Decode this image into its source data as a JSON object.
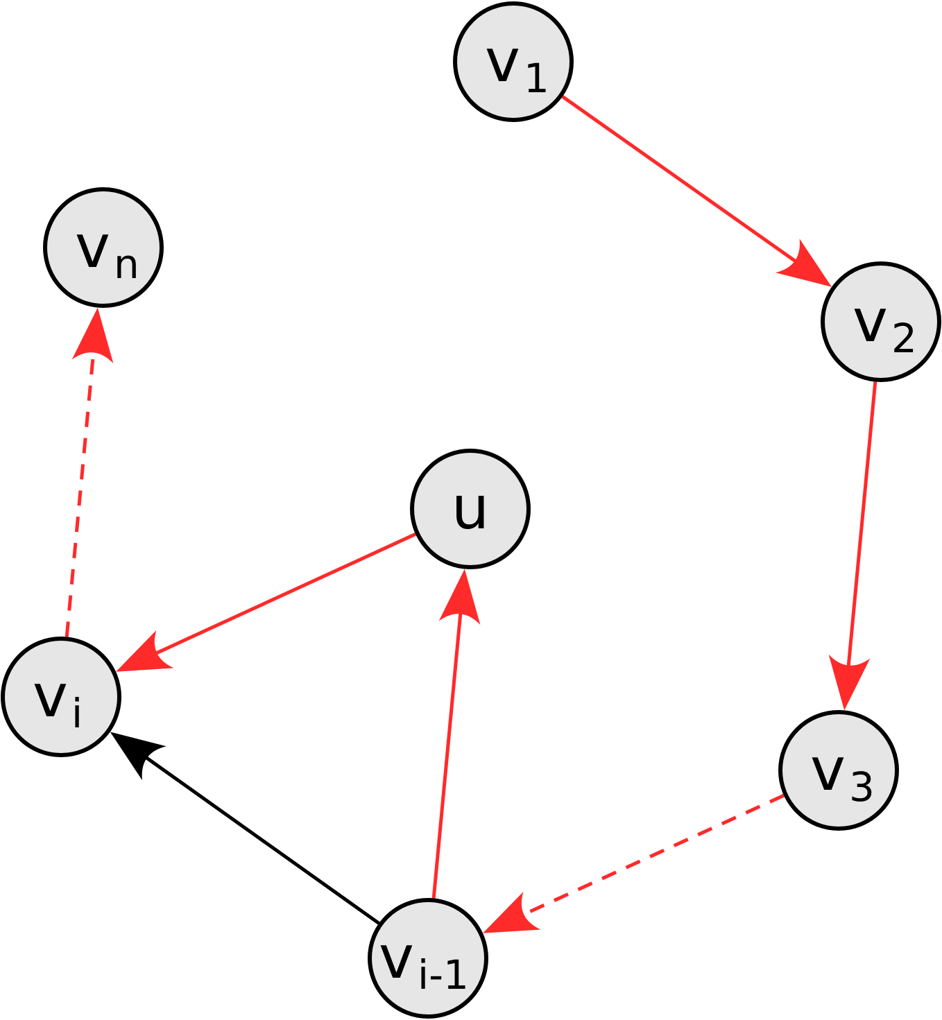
{
  "colors": {
    "highlight": "#ff2a2a",
    "default_edge": "#000000",
    "node_fill": "#e6e6e6",
    "node_stroke": "#000000"
  },
  "nodes": [
    {
      "id": "v1",
      "label": "v",
      "subscript": "1"
    },
    {
      "id": "v2",
      "label": "v",
      "subscript": "2"
    },
    {
      "id": "v3",
      "label": "v",
      "subscript": "3"
    },
    {
      "id": "vn",
      "label": "v",
      "subscript": "n"
    },
    {
      "id": "vi",
      "label": "v",
      "subscript": "i"
    },
    {
      "id": "vi1",
      "label": "v",
      "subscript": "i-1"
    },
    {
      "id": "u",
      "label": "u",
      "subscript": ""
    }
  ],
  "edges": [
    {
      "from": "v1",
      "to": "v2",
      "color": "highlight",
      "style": "solid"
    },
    {
      "from": "v2",
      "to": "v3",
      "color": "highlight",
      "style": "solid"
    },
    {
      "from": "v3",
      "to": "vi1",
      "color": "highlight",
      "style": "dashed"
    },
    {
      "from": "vi1",
      "to": "u",
      "color": "highlight",
      "style": "solid"
    },
    {
      "from": "u",
      "to": "vi",
      "color": "highlight",
      "style": "solid"
    },
    {
      "from": "vi",
      "to": "vn",
      "color": "highlight",
      "style": "dashed"
    },
    {
      "from": "vi1",
      "to": "vi",
      "color": "default_edge",
      "style": "solid"
    }
  ]
}
